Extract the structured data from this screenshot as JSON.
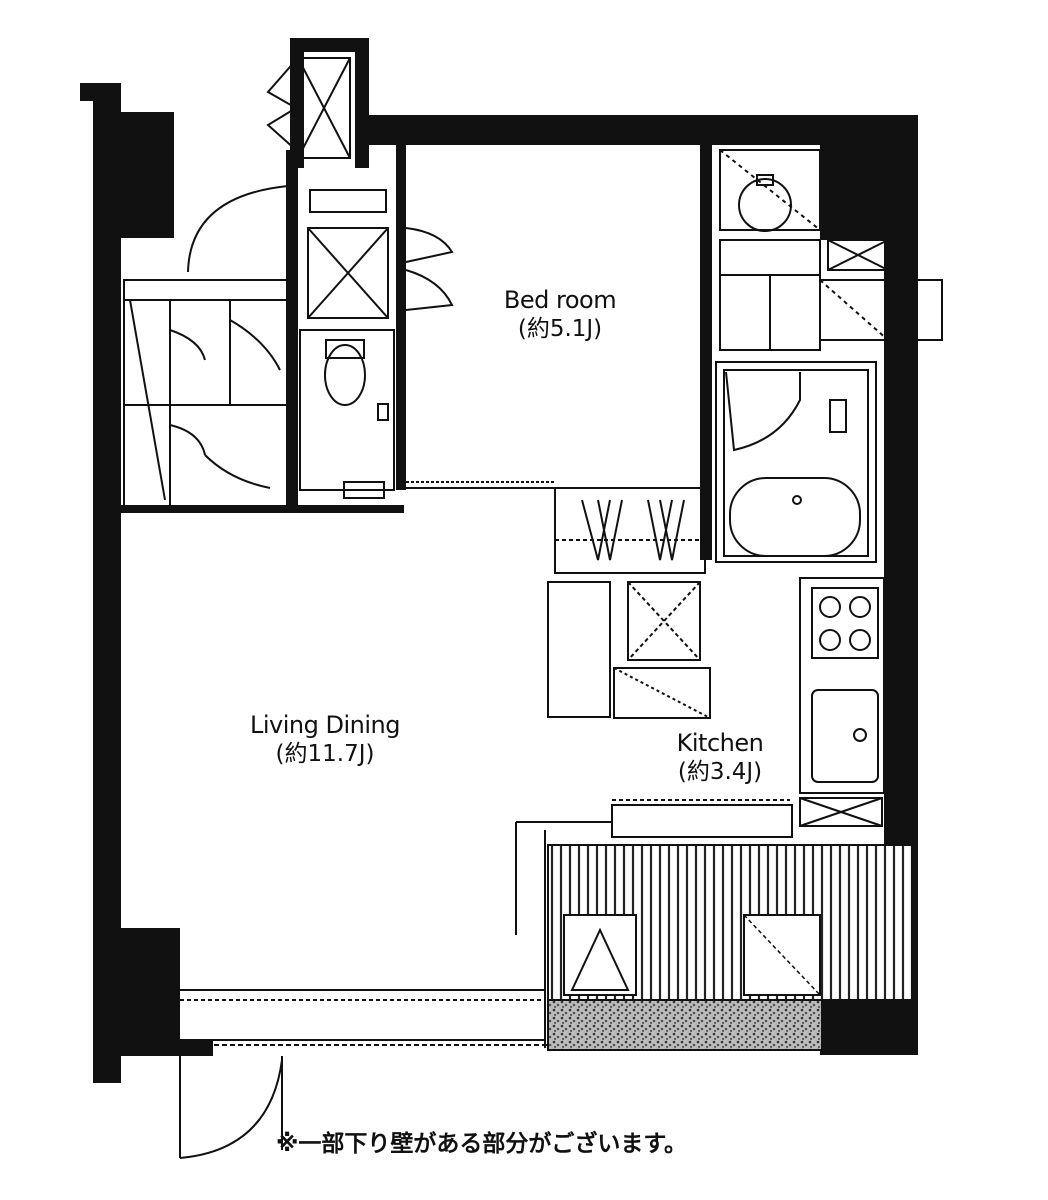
{
  "rooms": {
    "bedroom": {
      "name": "Bed room",
      "area": "(約5.1J)"
    },
    "living": {
      "name": "Living Dining",
      "area": "(約11.7J)"
    },
    "kitchen": {
      "name": "Kitchen",
      "area": "(約3.4J)"
    }
  },
  "note": "※一部下り壁がある部分がございます。"
}
